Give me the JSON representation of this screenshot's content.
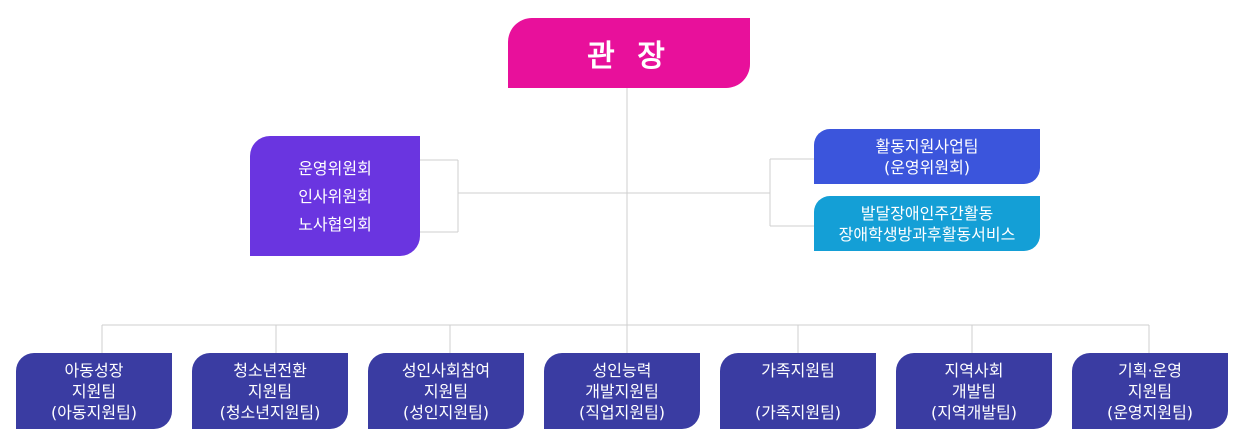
{
  "top": {
    "label": "관 장"
  },
  "left_committees": [
    "운영위원회",
    "인사위원회",
    "노사협의회"
  ],
  "right_boxes": [
    {
      "line1": "활동지원사업팀",
      "line2": "(운영위원회)",
      "color": "#3b55dc"
    },
    {
      "line1": "발달장애인주간활동",
      "line2": "장애학생방과후활동서비스",
      "color": "#149fd6"
    }
  ],
  "teams": [
    {
      "line1": "아동성장",
      "line2": "지원팀",
      "line3": "(아동지원팀)"
    },
    {
      "line1": "청소년전환",
      "line2": "지원팀",
      "line3": "(청소년지원팀)"
    },
    {
      "line1": "성인사회참여",
      "line2": "지원팀",
      "line3": "(성인지원팀)"
    },
    {
      "line1": "성인능력",
      "line2": "개발지원팀",
      "line3": "(직업지원팀)"
    },
    {
      "line1": "가족지원팀",
      "line2": "",
      "line3": "(가족지원팀)"
    },
    {
      "line1": "지역사회",
      "line2": "개발팀",
      "line3": "(지역개발팀)"
    },
    {
      "line1": "기획·운영",
      "line2": "지원팀",
      "line3": "(운영지원팀)"
    }
  ],
  "colors": {
    "top": "#e8109b",
    "committee": "#6a35e0",
    "team": "#3a3ca2",
    "connector": "#cfcfcf"
  }
}
